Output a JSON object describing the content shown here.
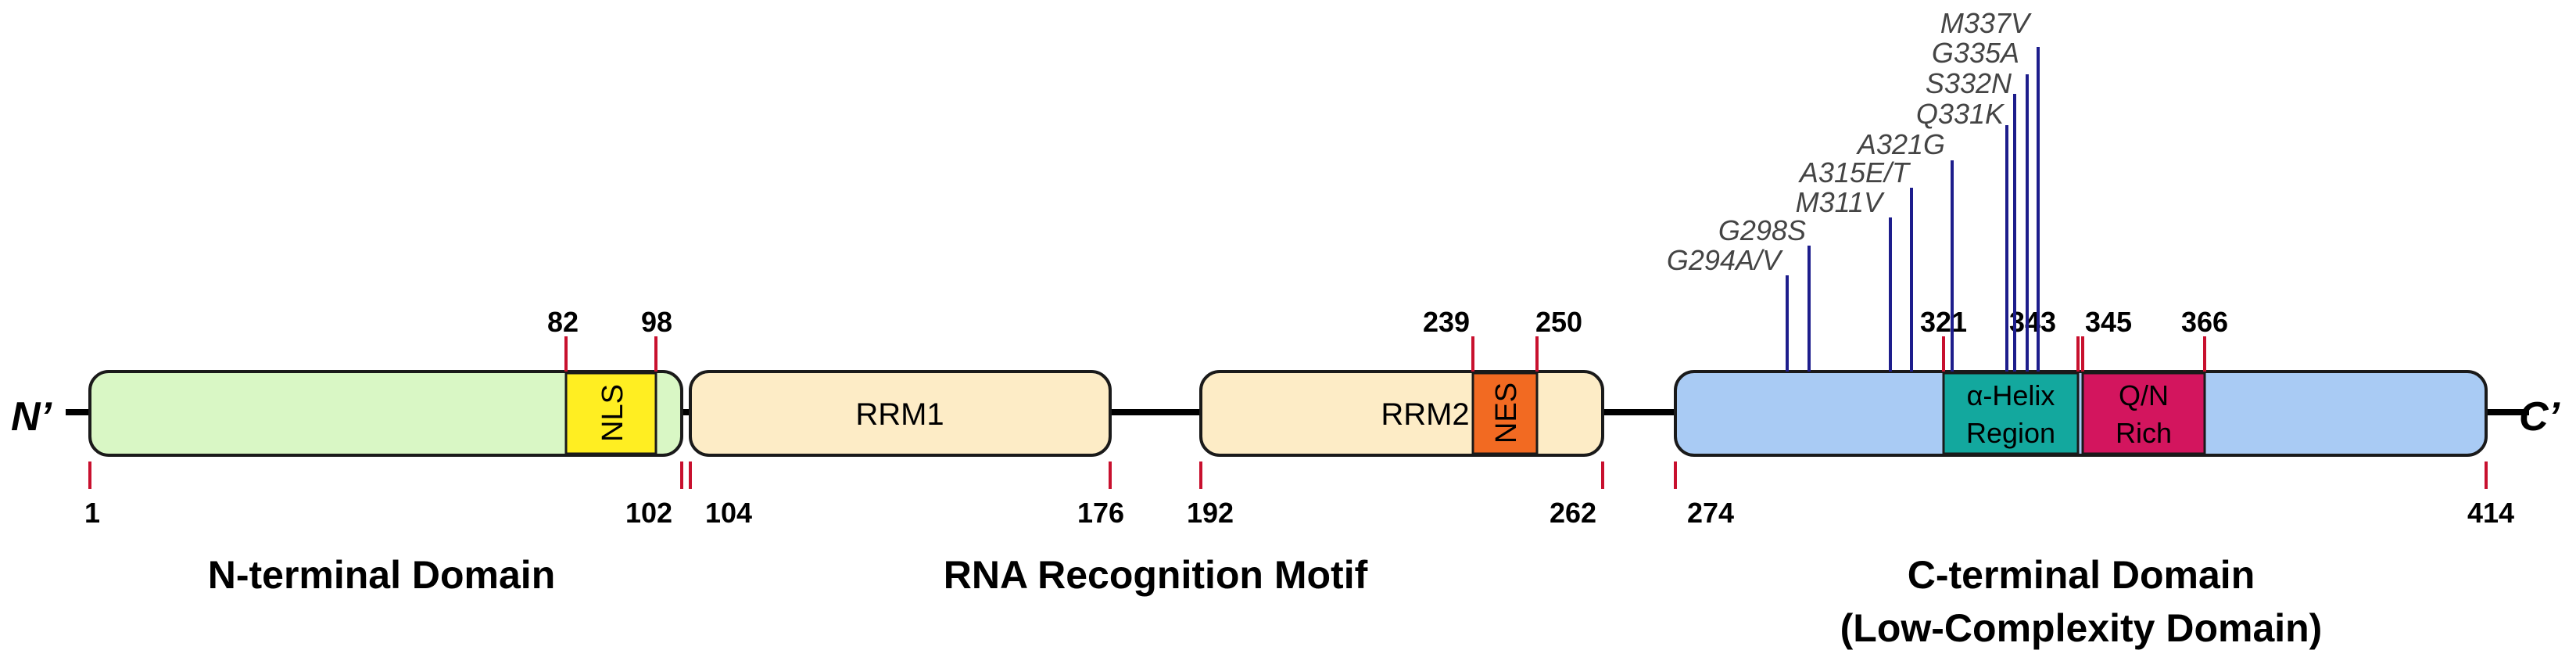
{
  "termini": {
    "n": "N’",
    "c": "C’"
  },
  "domains": {
    "ntd": {
      "name": "",
      "color": "#d9f7c5",
      "start": 1,
      "end": 102
    },
    "nls": {
      "name": "NLS",
      "color": "#ffee22",
      "start": 82,
      "end": 98
    },
    "rrm1": {
      "name": "RRM1",
      "color": "#fdecc6",
      "start": 104,
      "end": 176
    },
    "rrm2": {
      "name": "RRM2",
      "color": "#fdecc6",
      "start": 192,
      "end": 262
    },
    "nes": {
      "name": "NES",
      "color": "#f26a22",
      "start": 239,
      "end": 250
    },
    "ctd": {
      "name": "",
      "color": "#a9cbf4",
      "start": 274,
      "end": 414
    },
    "helix": {
      "line1": "α-Helix",
      "line2": "Region",
      "color": "#13a89e",
      "start": 321,
      "end": 343
    },
    "qn": {
      "line1": "Q/N",
      "line2": "Rich",
      "color": "#d3155e",
      "start": 345,
      "end": 366
    }
  },
  "top_positions": [
    "82",
    "98",
    "239",
    "250",
    "321",
    "343",
    "345",
    "366"
  ],
  "bottom_positions": [
    "1",
    "102",
    "104",
    "176",
    "192",
    "262",
    "274",
    "414"
  ],
  "region_labels": {
    "ntd": "N-terminal Domain",
    "rrm": "RNA Recognition Motif",
    "ctd_line1": "C-terminal Domain",
    "ctd_line2": "(Low-Complexity Domain)"
  },
  "mutations": [
    "G294A/V",
    "G298S",
    "M311V",
    "A315E/T",
    "A321G",
    "Q331K",
    "S332N",
    "G335A",
    "M337V"
  ],
  "colors": {
    "tick": "#c8102e",
    "mutation_line": "#1d1d8c",
    "mutation_text": "#444444",
    "outline": "#1a1a1a"
  }
}
